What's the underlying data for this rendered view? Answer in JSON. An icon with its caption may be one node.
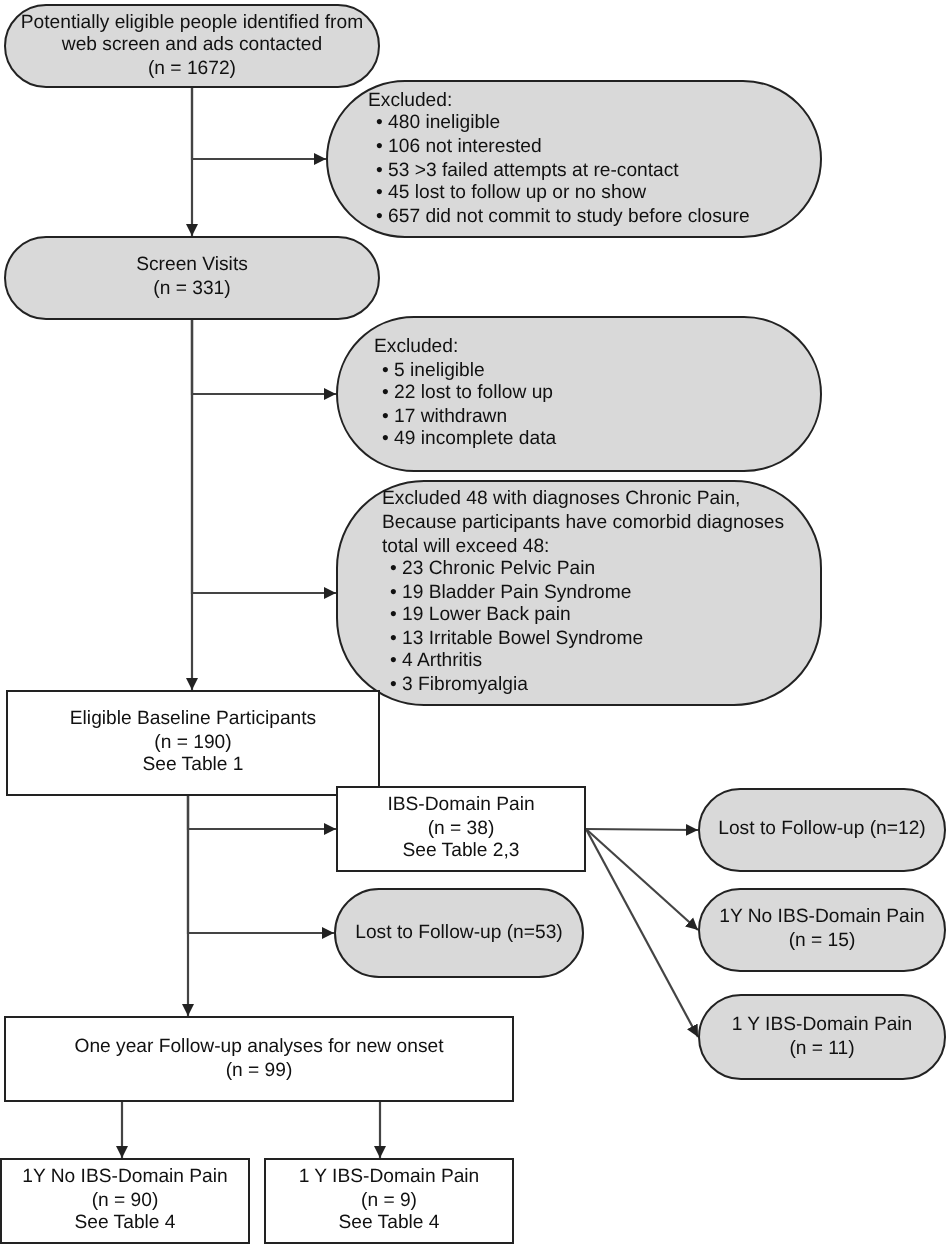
{
  "diagram": {
    "nodes": [
      {
        "text": [
          "Potentially eligible people identified from web screen and ads contacted",
          "(n = 1672)"
        ]
      },
      {
        "text": [
          "Excluded:",
          "• 480 ineligible",
          "• 106 not interested",
          "• 53 >3 failed attempts at re-contact",
          "• 45 lost to follow up or no show",
          "• 657 did not commit to study before closure"
        ]
      },
      {
        "text": [
          "Screen Visits",
          "(n = 331)"
        ]
      },
      {
        "text": [
          "Excluded:",
          "• 5 ineligible",
          "• 22 lost to follow up",
          "• 17 withdrawn",
          "• 49 incomplete data"
        ]
      },
      {
        "text": [
          "Excluded 48 with diagnoses Chronic Pain, Because participants have comorbid diagnoses total will exceed 48:",
          "• 23 Chronic Pelvic Pain",
          "• 19 Bladder Pain Syndrome",
          "• 19 Lower Back pain",
          "• 13 Irritable Bowel Syndrome",
          "• 4 Arthritis",
          "• 3 Fibromyalgia"
        ]
      },
      {
        "text": [
          "Eligible Baseline Participants",
          "(n = 190)",
          "See Table 1"
        ]
      },
      {
        "text": [
          "IBS-Domain Pain",
          "(n = 38)",
          "See Table 2,3"
        ]
      },
      {
        "text": [
          "Lost to Follow-up (n=12)"
        ]
      },
      {
        "text": [
          "1Y No IBS-Domain Pain",
          "(n = 15)"
        ]
      },
      {
        "text": [
          "1 Y IBS-Domain Pain",
          "(n = 11)"
        ]
      },
      {
        "text": [
          "Lost to Follow-up (n=53)"
        ]
      },
      {
        "text": [
          "One year Follow-up analyses for new onset",
          "(n = 99)"
        ]
      },
      {
        "text": [
          "1Y No IBS-Domain Pain",
          "(n = 90)",
          "See Table 4"
        ]
      },
      {
        "text": [
          "1 Y IBS-Domain Pain",
          "(n = 9)",
          "See Table 4"
        ]
      }
    ],
    "edges": [
      {
        "from": 0,
        "to": 1,
        "arrow": "to"
      },
      {
        "from": 0,
        "to": 2,
        "arrow": "to"
      },
      {
        "from": 2,
        "to": 3,
        "arrow": "to"
      },
      {
        "from": 2,
        "to": 4,
        "arrow": "to"
      },
      {
        "from": 2,
        "to": 5,
        "arrow": "to"
      },
      {
        "from": 5,
        "to": 6,
        "arrow": "to"
      },
      {
        "from": 5,
        "to": 10,
        "arrow": "to"
      },
      {
        "from": 5,
        "to": 11,
        "arrow": "to"
      },
      {
        "from": 6,
        "to": 7,
        "arrow": "to"
      },
      {
        "from": 6,
        "to": 8,
        "arrow": "to"
      },
      {
        "from": 6,
        "to": 9,
        "arrow": "to"
      },
      {
        "from": 11,
        "to": 12,
        "arrow": "to"
      },
      {
        "from": 11,
        "to": 13,
        "arrow": "to"
      }
    ]
  }
}
